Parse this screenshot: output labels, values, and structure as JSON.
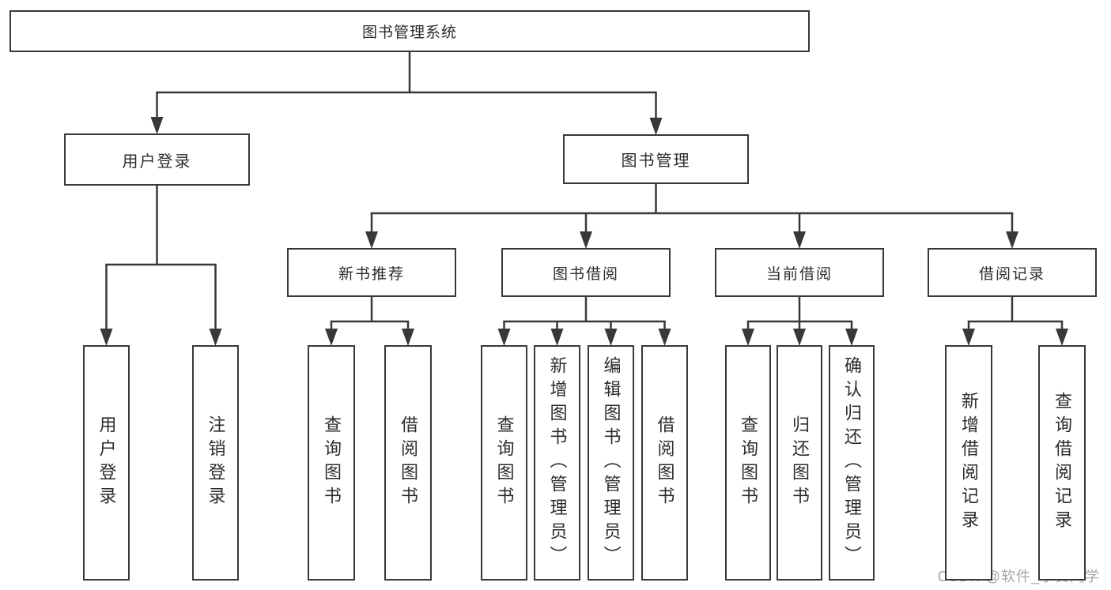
{
  "diagram": {
    "title": "图书管理系统",
    "root": {
      "id": "system",
      "label": "图书管理系统",
      "children": [
        {
          "id": "user-login-module",
          "label": "用户登录",
          "children": [
            {
              "id": "user-login",
              "label": "用户登录"
            },
            {
              "id": "logout",
              "label": "注销登录"
            }
          ]
        },
        {
          "id": "book-mgmt",
          "label": "图书管理",
          "children": [
            {
              "id": "new-book-rec",
              "label": "新书推荐",
              "children": [
                {
                  "id": "nbr-query",
                  "label": "查询图书"
                },
                {
                  "id": "nbr-borrow",
                  "label": "借阅图书"
                }
              ]
            },
            {
              "id": "book-borrow",
              "label": "图书借阅",
              "children": [
                {
                  "id": "bb-query",
                  "label": "查询图书"
                },
                {
                  "id": "bb-add",
                  "label": "新增图书（管理员）"
                },
                {
                  "id": "bb-edit",
                  "label": "编辑图书（管理员）"
                },
                {
                  "id": "bb-borrow",
                  "label": "借阅图书"
                }
              ]
            },
            {
              "id": "current-borrow",
              "label": "当前借阅",
              "children": [
                {
                  "id": "cb-query",
                  "label": "查询图书"
                },
                {
                  "id": "cb-return",
                  "label": "归还图书"
                },
                {
                  "id": "cb-confirm",
                  "label": "确认归还（管理员）"
                }
              ]
            },
            {
              "id": "borrow-records",
              "label": "借阅记录",
              "children": [
                {
                  "id": "br-add",
                  "label": "新增借阅记录"
                },
                {
                  "id": "br-query",
                  "label": "查询借阅记录"
                }
              ]
            }
          ]
        }
      ]
    },
    "watermark": "CSDN @软件_小贺同学",
    "colors": {
      "box_border": "#383838",
      "connector": "#383838",
      "text": "#2c2c2c",
      "watermark": "#a6a6a6",
      "background": "#ffffff"
    }
  }
}
